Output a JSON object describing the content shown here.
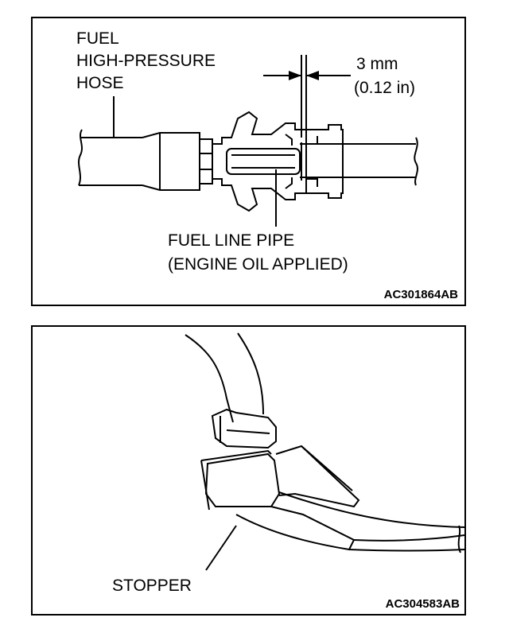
{
  "figure_top": {
    "label_hose_line1": "FUEL",
    "label_hose_line2": "HIGH-PRESSURE",
    "label_hose_line3": "HOSE",
    "dimension_mm": "3 mm",
    "dimension_in": "(0.12 in)",
    "label_pipe_line1": "FUEL LINE PIPE",
    "label_pipe_line2": "(ENGINE OIL APPLIED)",
    "figure_code": "AC301864AB"
  },
  "figure_bottom": {
    "label_stopper": "STOPPER",
    "figure_code": "AC304583AB"
  }
}
